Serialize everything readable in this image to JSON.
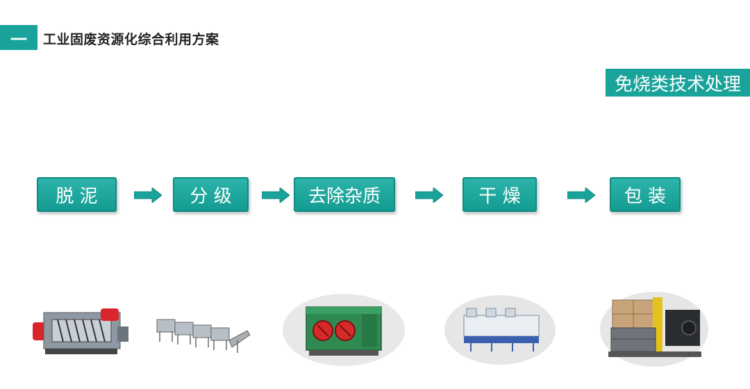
{
  "header": {
    "badge": "一",
    "title": "工业固废资源化综合利用方案"
  },
  "tag": "免烧类技术处理",
  "process_steps": [
    {
      "label": "脱 泥"
    },
    {
      "label": "分 级"
    },
    {
      "label": "去除杂质"
    },
    {
      "label": "干 燥"
    },
    {
      "label": "包 装"
    }
  ],
  "equipment_images": [
    {
      "icon": "screw-dewatering-machine-icon"
    },
    {
      "icon": "classifier-line-icon"
    },
    {
      "icon": "impurity-separator-icon"
    },
    {
      "icon": "fluid-bed-dryer-icon"
    },
    {
      "icon": "packaging-machine-icon"
    }
  ],
  "colors": {
    "accent": "#1aa39a"
  }
}
